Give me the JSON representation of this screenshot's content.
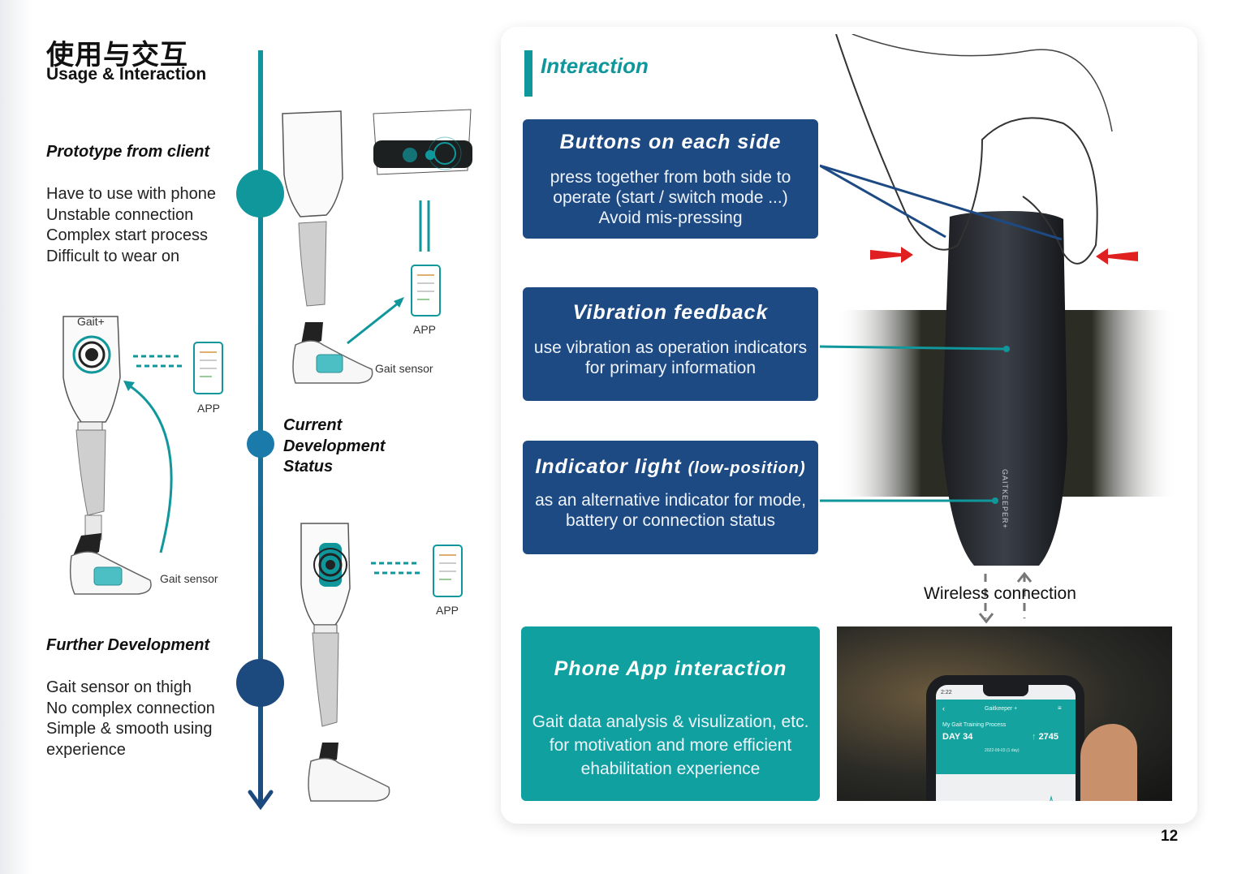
{
  "header": {
    "title_cn": "使用与交互",
    "title_en": "Usage & Interaction"
  },
  "prototype": {
    "heading": "Prototype from client",
    "lines": [
      "Have to use with phone",
      "Unstable connection",
      "Complex start process",
      "Difficult to wear on"
    ]
  },
  "current": {
    "line1": "Current",
    "line2": "Development",
    "line3": "Status"
  },
  "further": {
    "heading": "Further Development",
    "lines": [
      "Gait sensor on thigh",
      "No complex connection",
      "Simple & smooth using",
      "experience"
    ]
  },
  "labels": {
    "gait_plus": "Gait+",
    "app": "APP",
    "gait_sensor": "Gait sensor"
  },
  "interaction": {
    "title": "Interaction",
    "cards": [
      {
        "title": "Buttons on each side",
        "lines": [
          "press together from both side to",
          "operate (start / switch mode ...)",
          "Avoid mis-pressing"
        ]
      },
      {
        "title": "Vibration feedback",
        "lines": [
          "use vibration as operation indicators",
          "for primary information"
        ]
      },
      {
        "title": "Indicator light",
        "title_suffix": "(low-position)",
        "lines": [
          "as an alternative indicator for mode,",
          "battery or connection status"
        ]
      },
      {
        "title": "Phone App interaction",
        "lines": [
          "Gait data analysis & visulization, etc.",
          "for motivation and more efficient",
          "ehabilitation experience"
        ]
      }
    ],
    "wireless": "Wireless connection",
    "device_brand": "GAITKEEPER+"
  },
  "phone": {
    "time": "2:22",
    "app_name": "Gaitkeeper +",
    "process": "My Gait Training Process",
    "day": "DAY 34",
    "count": "2745",
    "date": "2022-09-03 (1 day)"
  },
  "page_number": "12",
  "colors": {
    "teal": "#10979c",
    "navy": "#1e4a84",
    "app_teal": "#10a0a0",
    "arrow_red": "#e02020"
  }
}
